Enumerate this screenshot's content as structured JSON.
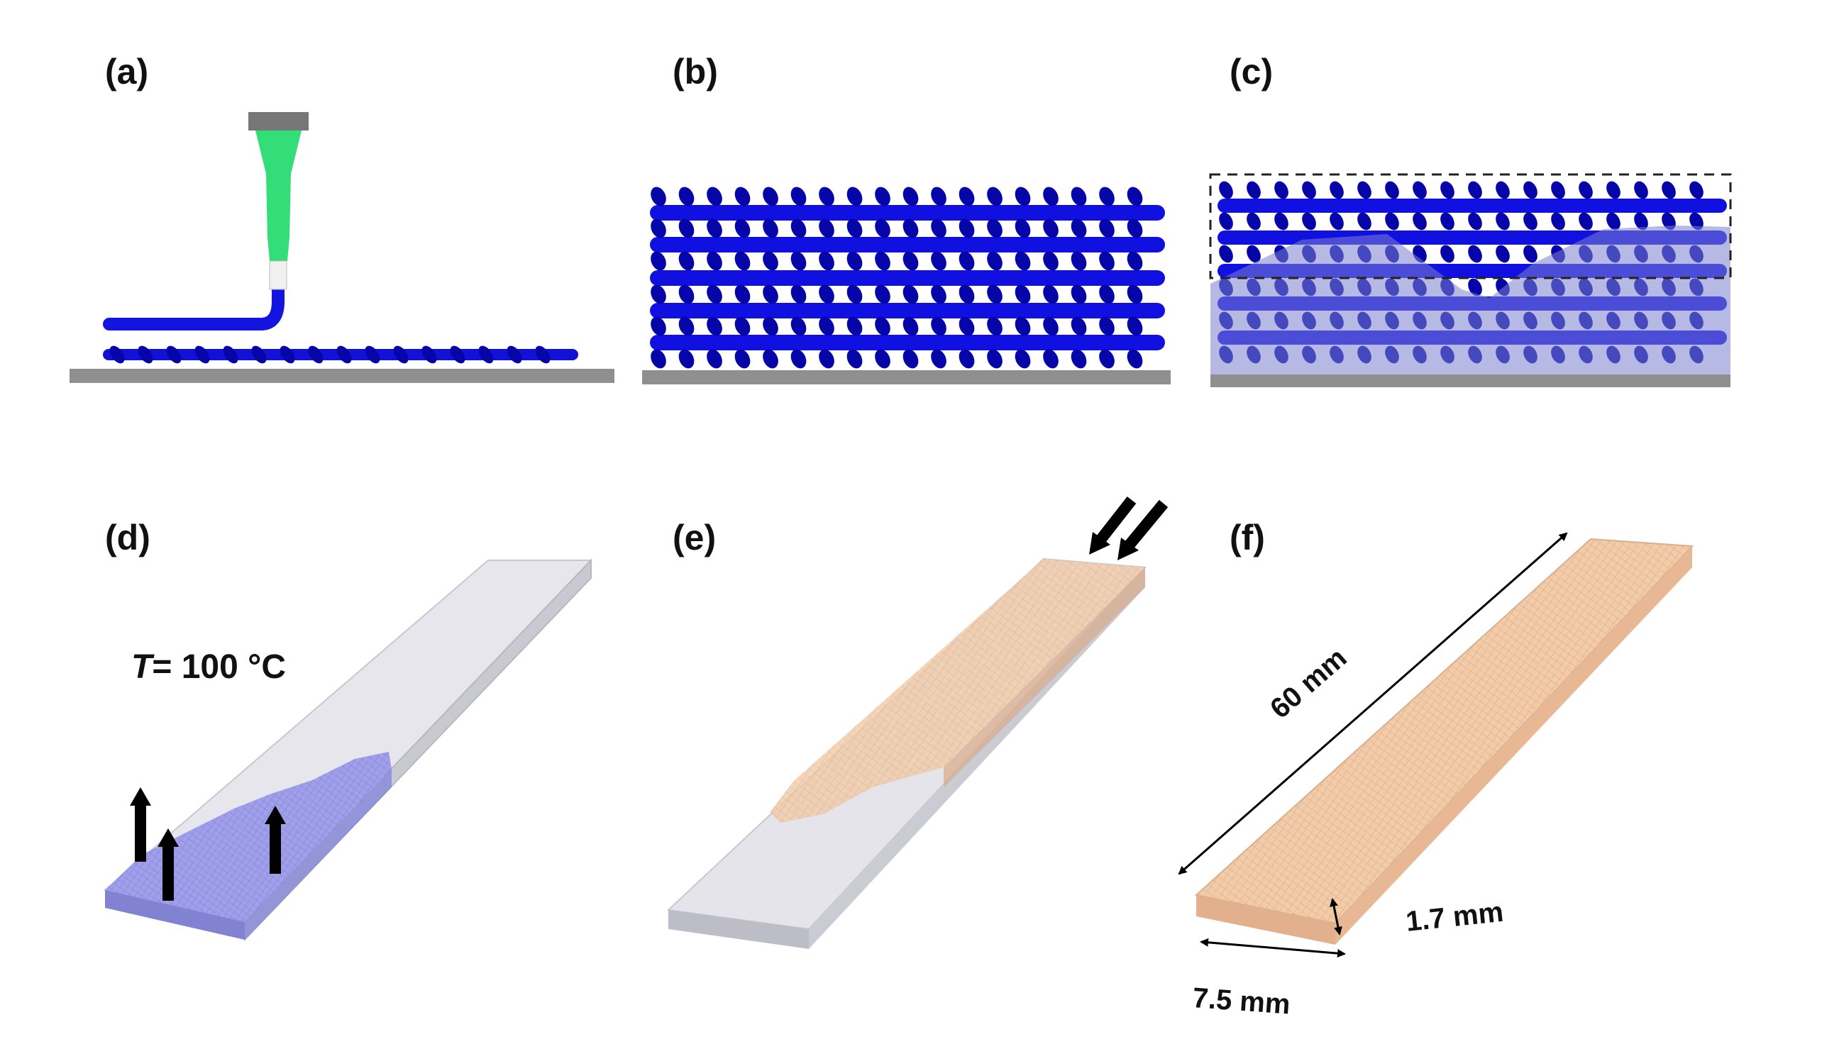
{
  "panels": [
    {
      "id": "a",
      "label": "(a)"
    },
    {
      "id": "b",
      "label": "(b)"
    },
    {
      "id": "c",
      "label": "(c)"
    },
    {
      "id": "d",
      "label": "(d)"
    },
    {
      "id": "e",
      "label": "(e)"
    },
    {
      "id": "f",
      "label": "(f)"
    }
  ],
  "panel_d": {
    "temperature_symbol": "T",
    "temperature_value": "= 100 °C"
  },
  "panel_f": {
    "length": "60 mm",
    "width": "7.5 mm",
    "thickness": "1.7 mm"
  },
  "colors": {
    "filament": "#1010e0",
    "filament_dark": "#0606a8",
    "substrate": "#8f8f8f",
    "nozzle_body": "#33dd77",
    "nozzle_cap": "#777777",
    "infill_translucent": "#7b7fcf",
    "strip_gray": "#dcdce2",
    "strip_heated": "#8a8ae6",
    "strip_peach": "#f0c7a4",
    "arrow": "#000000"
  }
}
